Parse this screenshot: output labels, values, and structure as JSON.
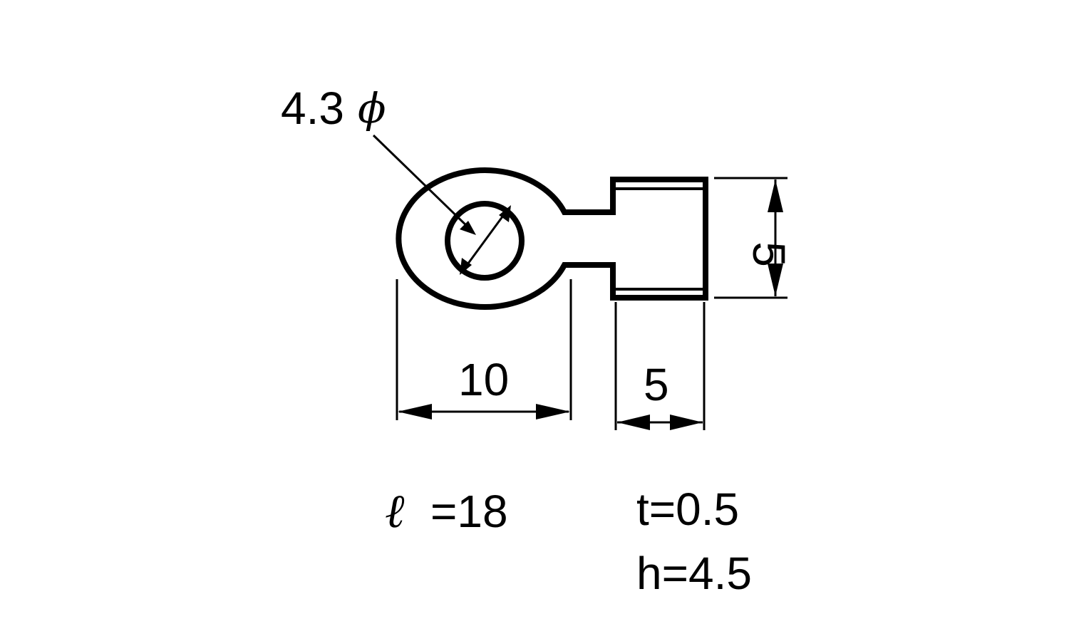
{
  "dimensions": {
    "hole_diameter": "4.3",
    "hole_symbol": "ϕ",
    "ring_width": "10",
    "barrel_width": "5",
    "barrel_height": "5"
  },
  "notes": {
    "length_symbol": "ℓ",
    "length": "=18",
    "thickness": "t=0.5",
    "height": "h=4.5"
  }
}
